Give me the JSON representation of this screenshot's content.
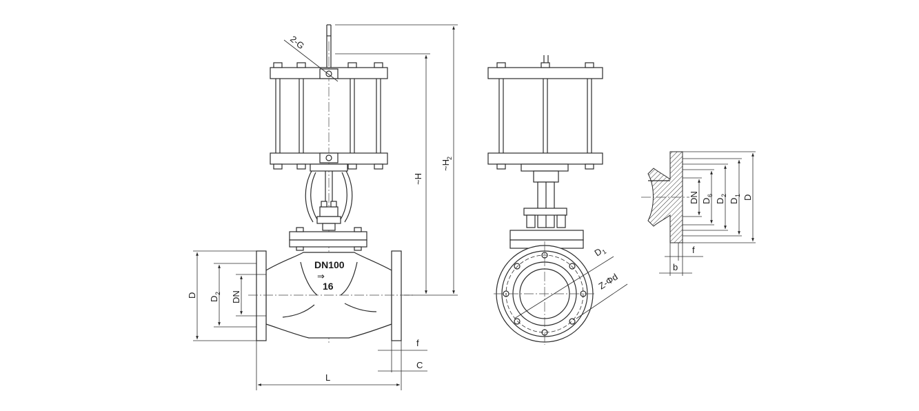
{
  "front_view": {
    "label_2g": "2-G",
    "label_h": "~H",
    "label_h2": "~H",
    "label_h2_sub": "2",
    "label_d": "D",
    "label_d2": "D",
    "label_d2_sub": "2",
    "label_dn": "DN",
    "label_l": "L",
    "label_f": "f",
    "label_c": "C",
    "body_marking_size": "DN100",
    "body_marking_arrow": "⇒",
    "body_marking_pressure": "16"
  },
  "side_view": {
    "label_d1": "D",
    "label_d1_sub": "1",
    "label_zd": "Z-Φd"
  },
  "flange_section": {
    "label_dn": "DN",
    "label_d6": "D",
    "label_d6_sub": "6",
    "label_d2": "D",
    "label_d2_sub": "2",
    "label_d1": "D",
    "label_d1_sub": "1",
    "label_d": "D",
    "label_f": "f",
    "label_b": "b"
  }
}
